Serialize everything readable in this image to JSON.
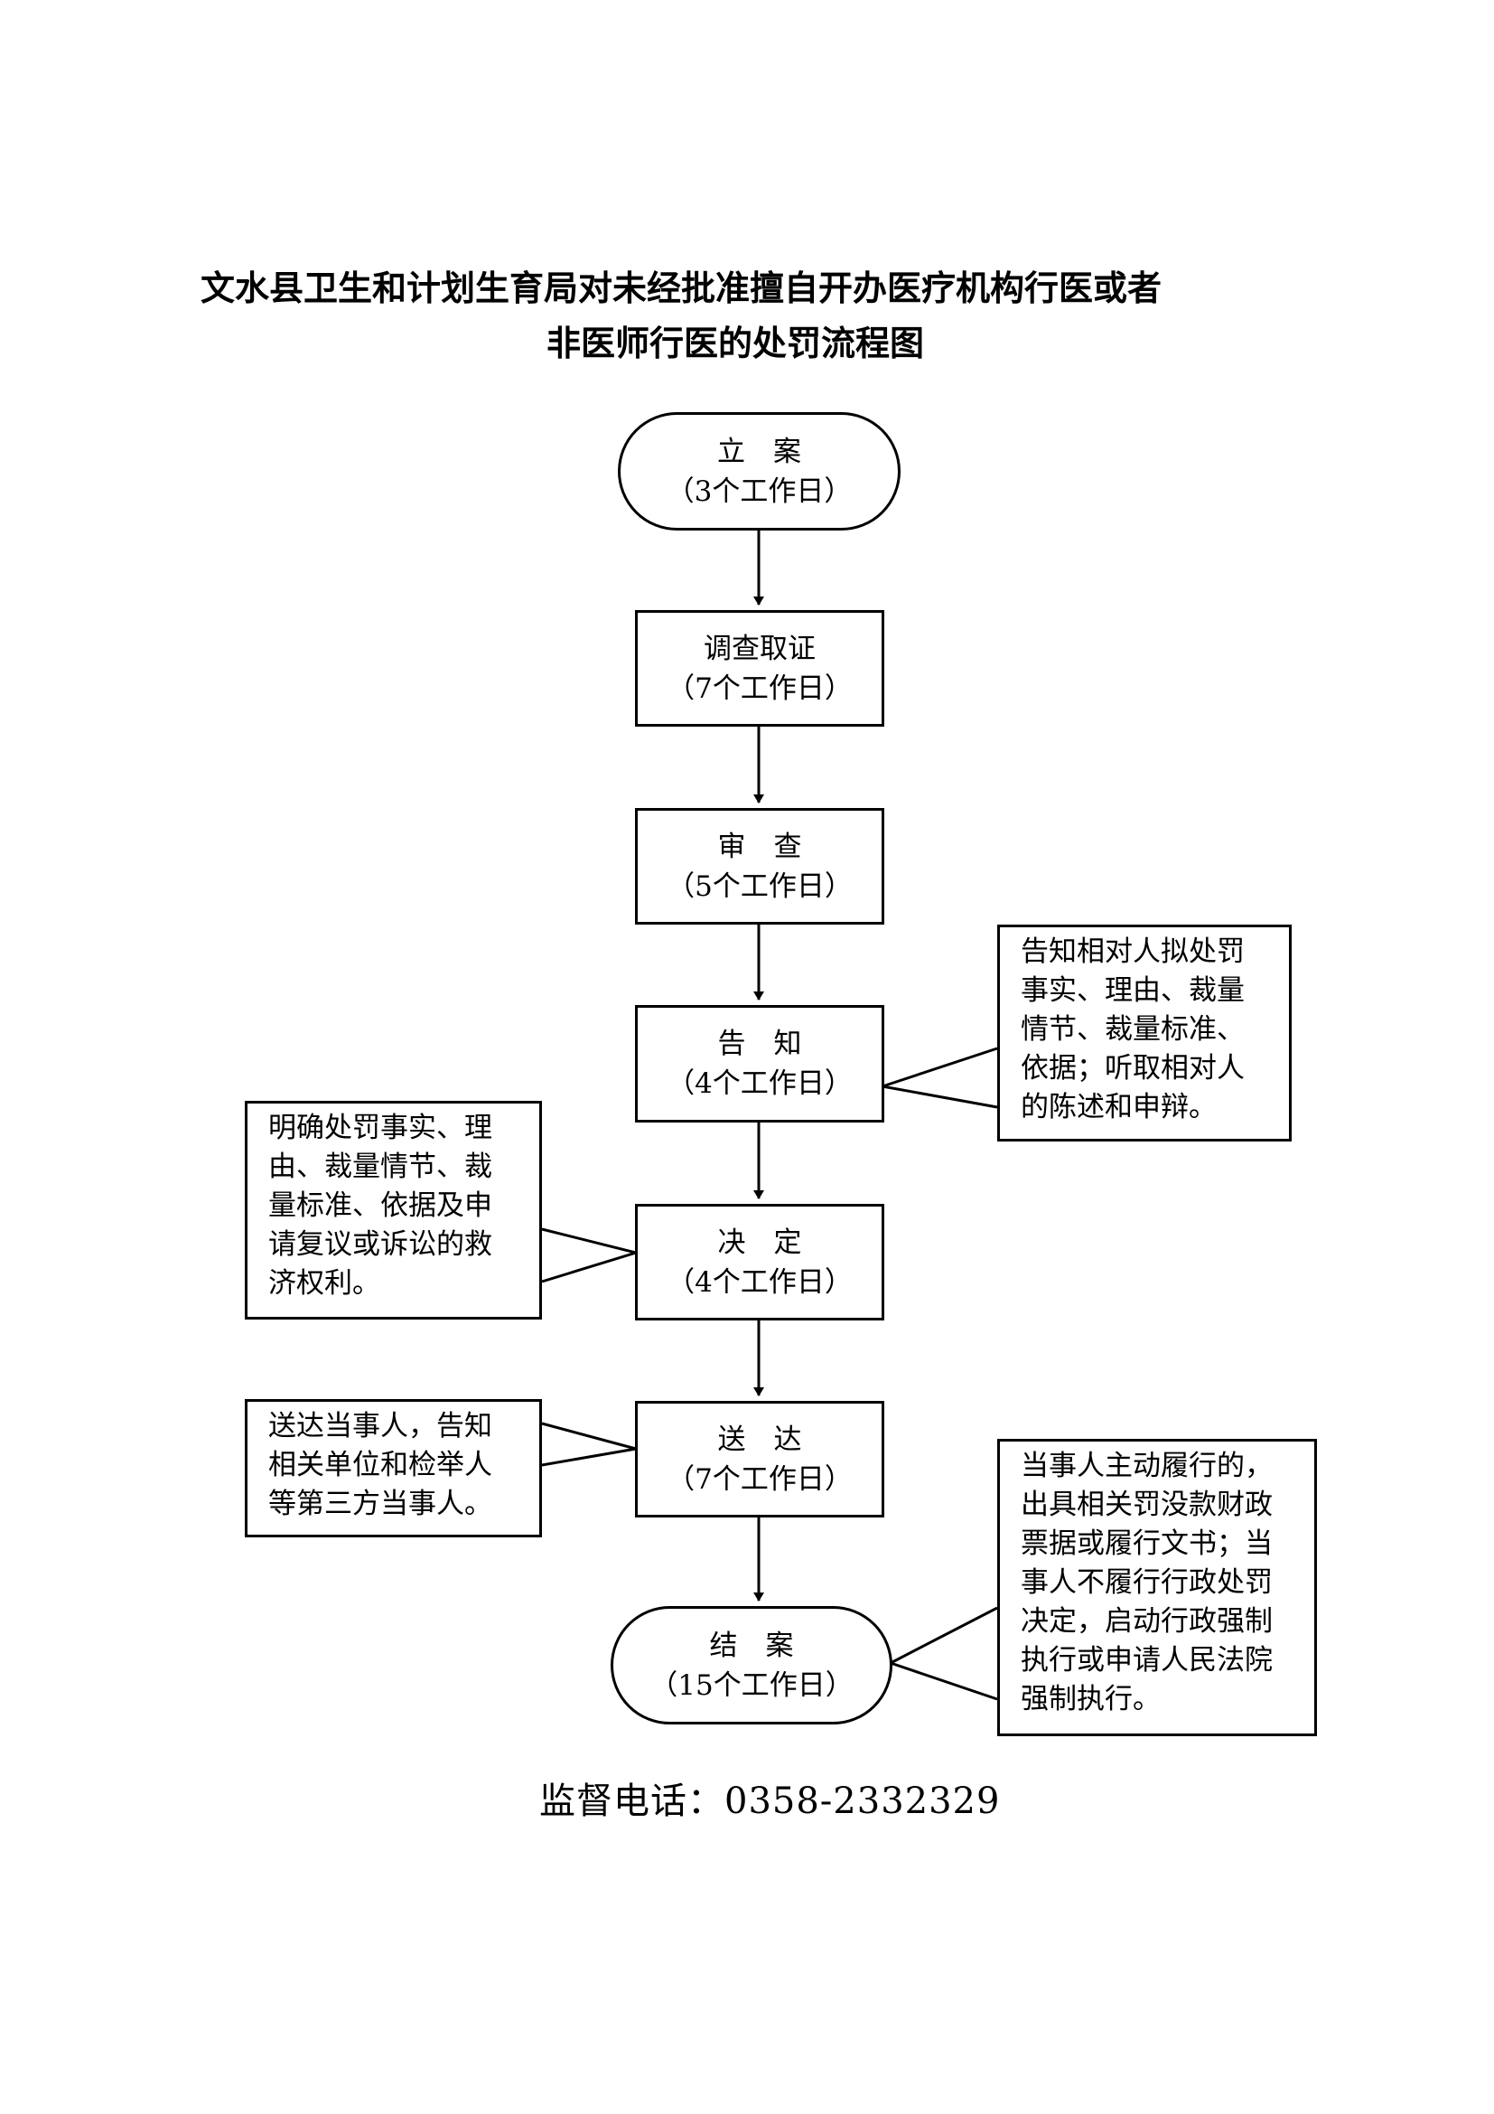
{
  "title": {
    "line1": "文水县卫生和计划生育局对未经批准擅自开办医疗机构行医或者",
    "line2": "非医师行医的处罚流程图"
  },
  "steps": [
    {
      "name": "立　案",
      "duration": "（3个工作日）"
    },
    {
      "name": "调查取证",
      "duration": "（7个工作日）"
    },
    {
      "name": "审　查",
      "duration": "（5个工作日）"
    },
    {
      "name": "告　知",
      "duration": "（4个工作日）"
    },
    {
      "name": "决　定",
      "duration": "（4个工作日）"
    },
    {
      "name": "送　达",
      "duration": "（7个工作日）"
    },
    {
      "name": "结　案",
      "duration": "（15个工作日）"
    }
  ],
  "notes": {
    "notify": [
      "告知相对人拟处罚",
      "事实、理由、裁量",
      "情节、裁量标准、",
      "依据；听取相对人",
      "的陈述和申辩。"
    ],
    "decide": [
      "明确处罚事实、理",
      "由、裁量情节、裁",
      "量标准、依据及申",
      "请复议或诉讼的救",
      "济权利。"
    ],
    "deliver": [
      "送达当事人，告知",
      "相关单位和检举人",
      "等第三方当事人。"
    ],
    "close": [
      "当事人主动履行的，",
      "出具相关罚没款财政",
      "票据或履行文书；当",
      "事人不履行行政处罚",
      "决定，启动行政强制",
      "执行或申请人民法院",
      "强制执行。"
    ]
  },
  "footer": {
    "phone": "监督电话：0358-2332329"
  }
}
